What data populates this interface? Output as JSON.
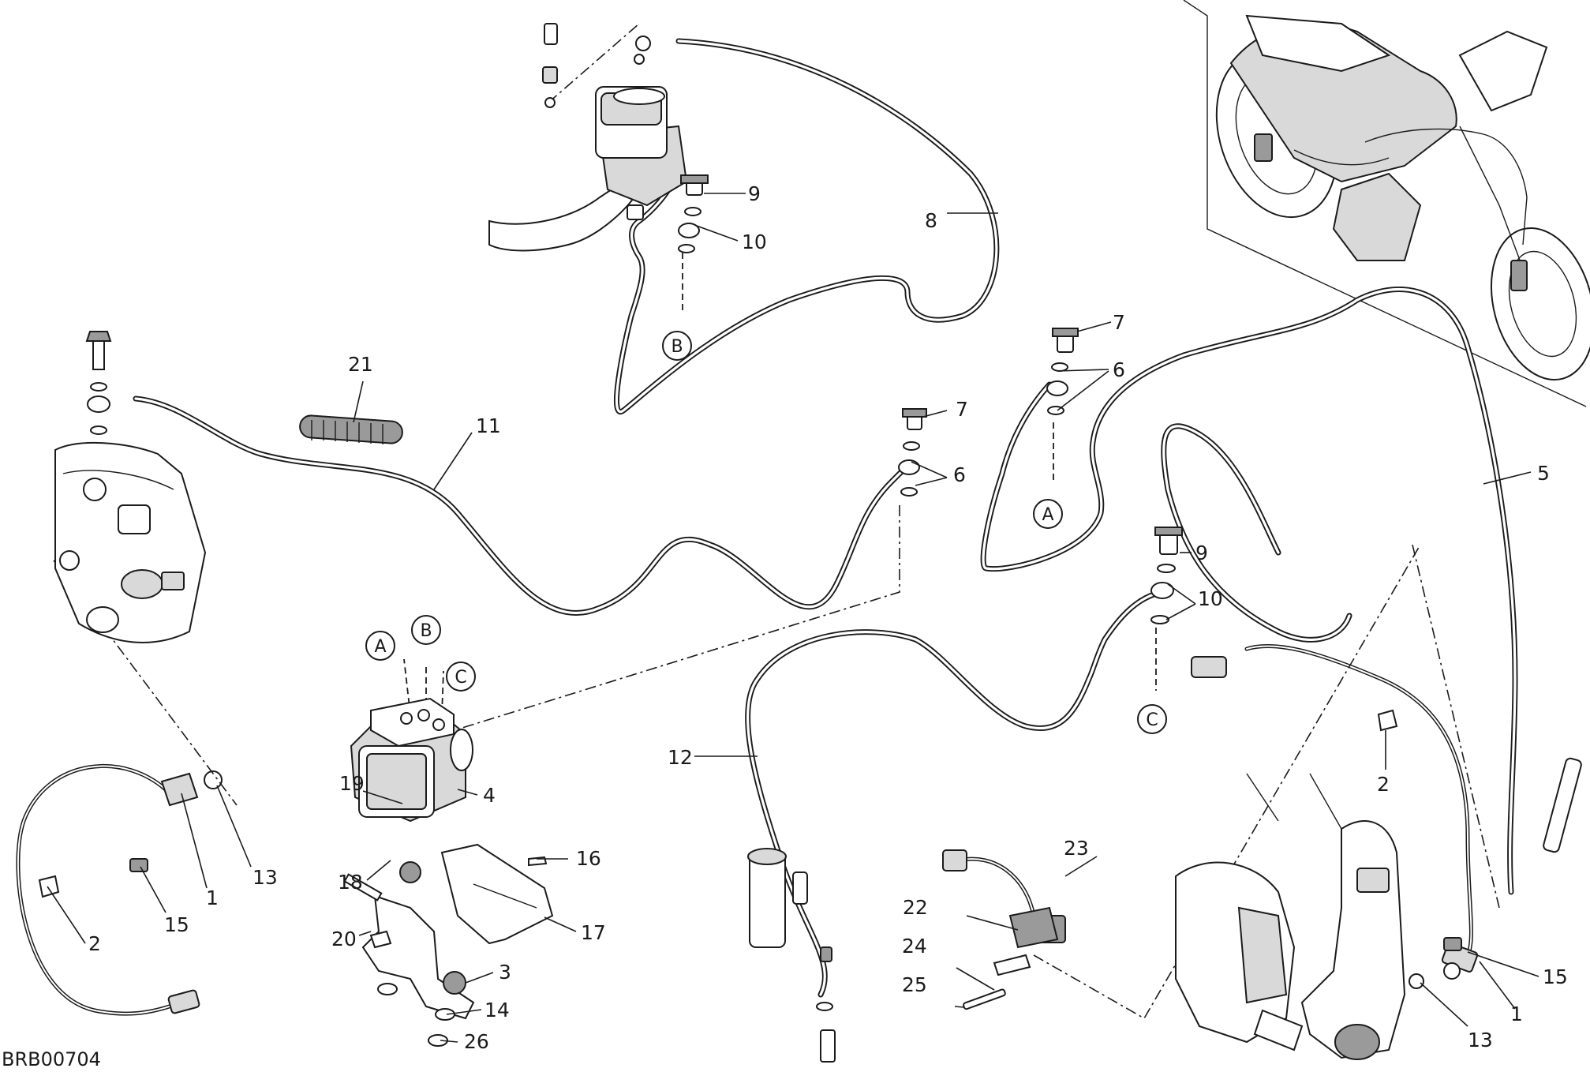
{
  "drawing_code": "BRB00704",
  "callouts": [
    "1",
    "2",
    "3",
    "4",
    "5",
    "6",
    "7",
    "8",
    "9",
    "10",
    "11",
    "12",
    "13",
    "14",
    "15",
    "16",
    "17",
    "18",
    "19",
    "20",
    "21",
    "22",
    "23",
    "24",
    "25",
    "26"
  ],
  "refs": {
    "a": "A",
    "b": "B",
    "c": "C"
  }
}
